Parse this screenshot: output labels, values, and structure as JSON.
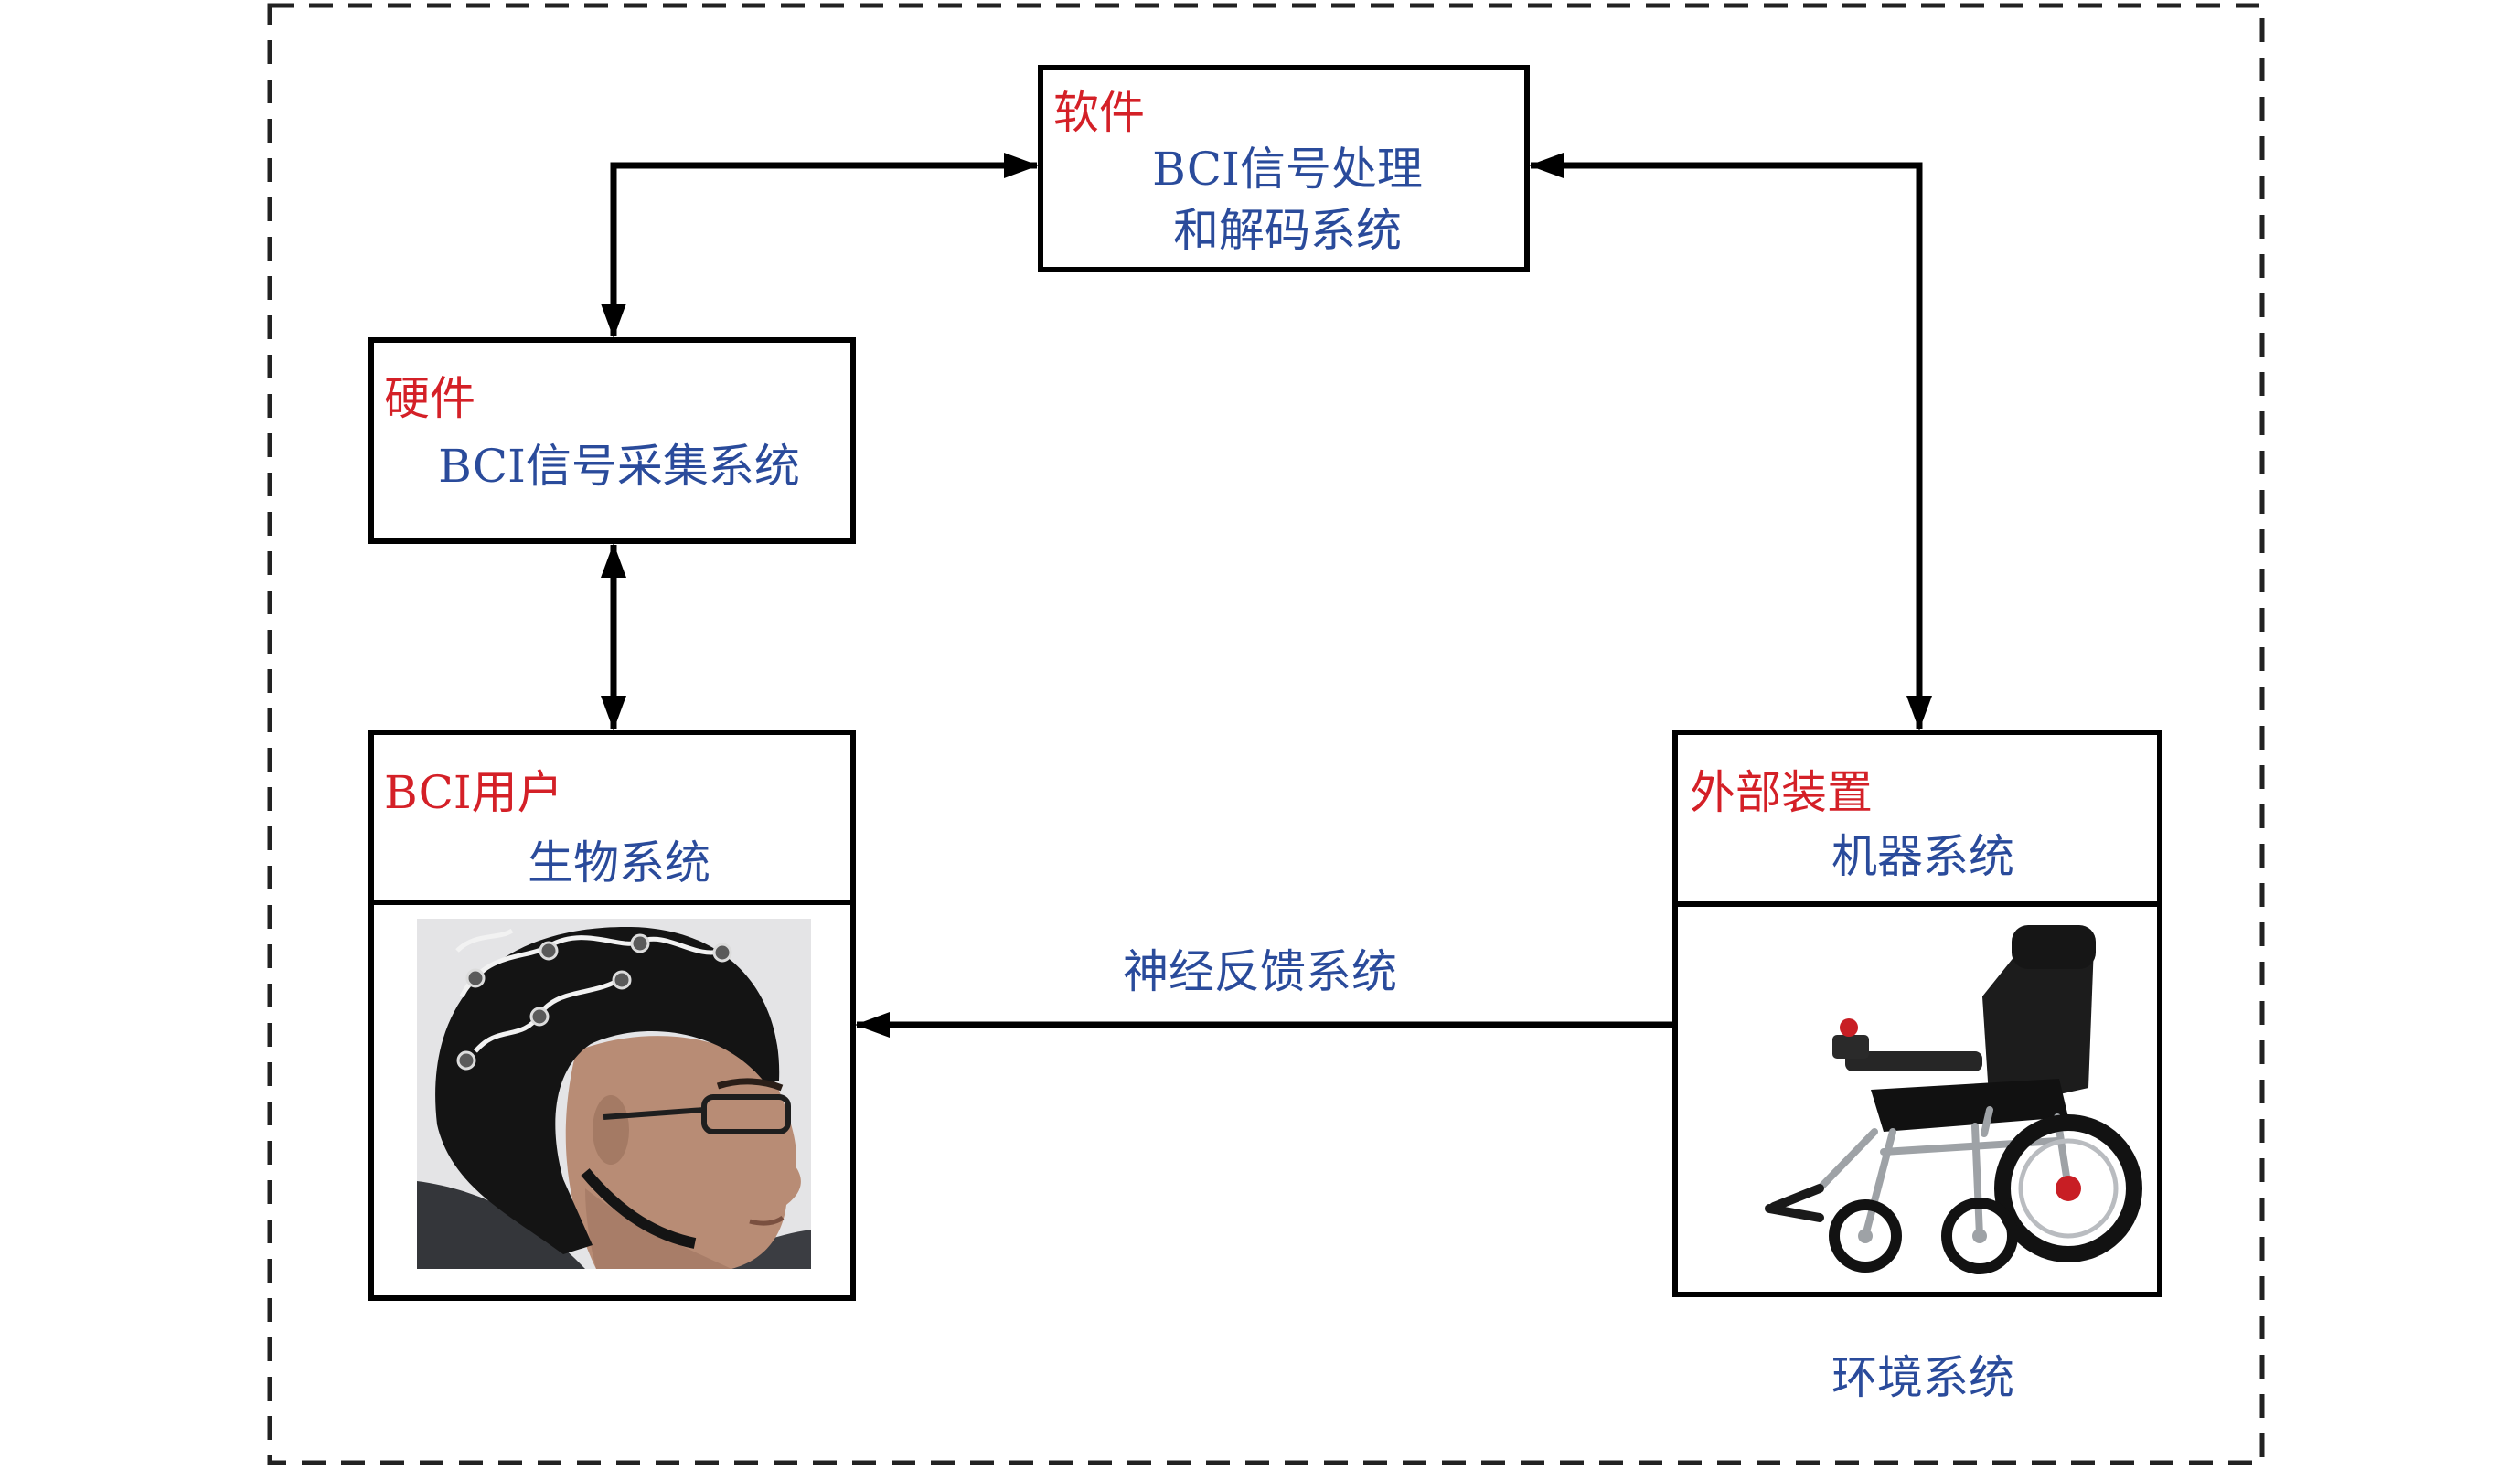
{
  "software": {
    "tag": "软件",
    "line1": "BCI信号处理",
    "line2": "和解码系统"
  },
  "hardware": {
    "tag": "硬件",
    "line1": "BCI信号采集系统"
  },
  "user": {
    "tag": "BCI用户",
    "line1": "生物系统"
  },
  "device": {
    "tag": "外部装置",
    "line1": "机器系统"
  },
  "feedback": {
    "label": "神经反馈系统"
  },
  "environment": {
    "label": "环境系统"
  },
  "colors": {
    "tag": "#d42027",
    "label": "#2a4b9b",
    "border": "#000000"
  }
}
